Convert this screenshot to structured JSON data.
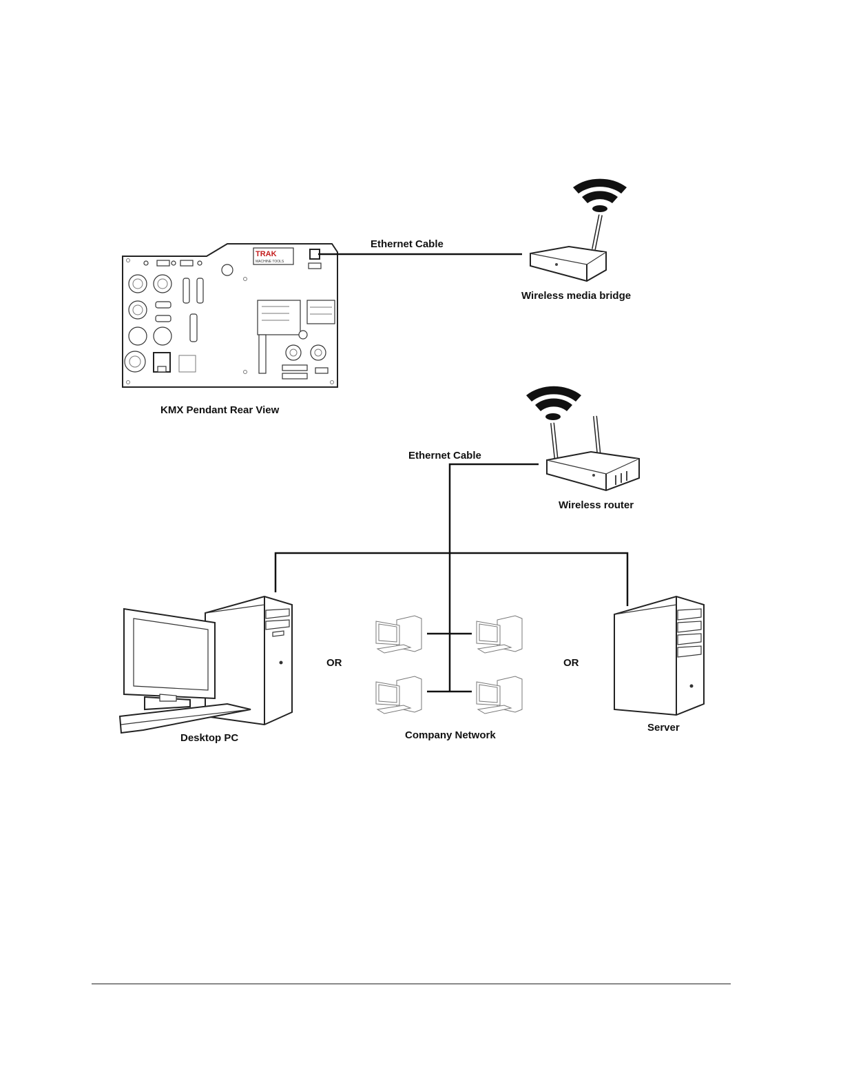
{
  "labels": {
    "ethernet_cable_top": "Ethernet Cable",
    "wireless_media_bridge": "Wireless media bridge",
    "kmx_pendant": "KMX Pendant Rear View",
    "ethernet_cable_lower": "Ethernet Cable",
    "wireless_router": "Wireless router",
    "desktop_pc": "Desktop PC",
    "or_left": "OR",
    "company_network": "Company Network",
    "or_right": "OR",
    "server": "Server"
  },
  "pendant_logo": {
    "brand": "TRAK",
    "sub": "MACHINE TOOLS"
  },
  "icons": {
    "wifi": "wifi-signal-icon",
    "router": "router-icon",
    "pc": "desktop-computer-icon",
    "server": "server-tower-icon"
  },
  "colors": {
    "ink": "#111111",
    "background": "#ffffff"
  }
}
